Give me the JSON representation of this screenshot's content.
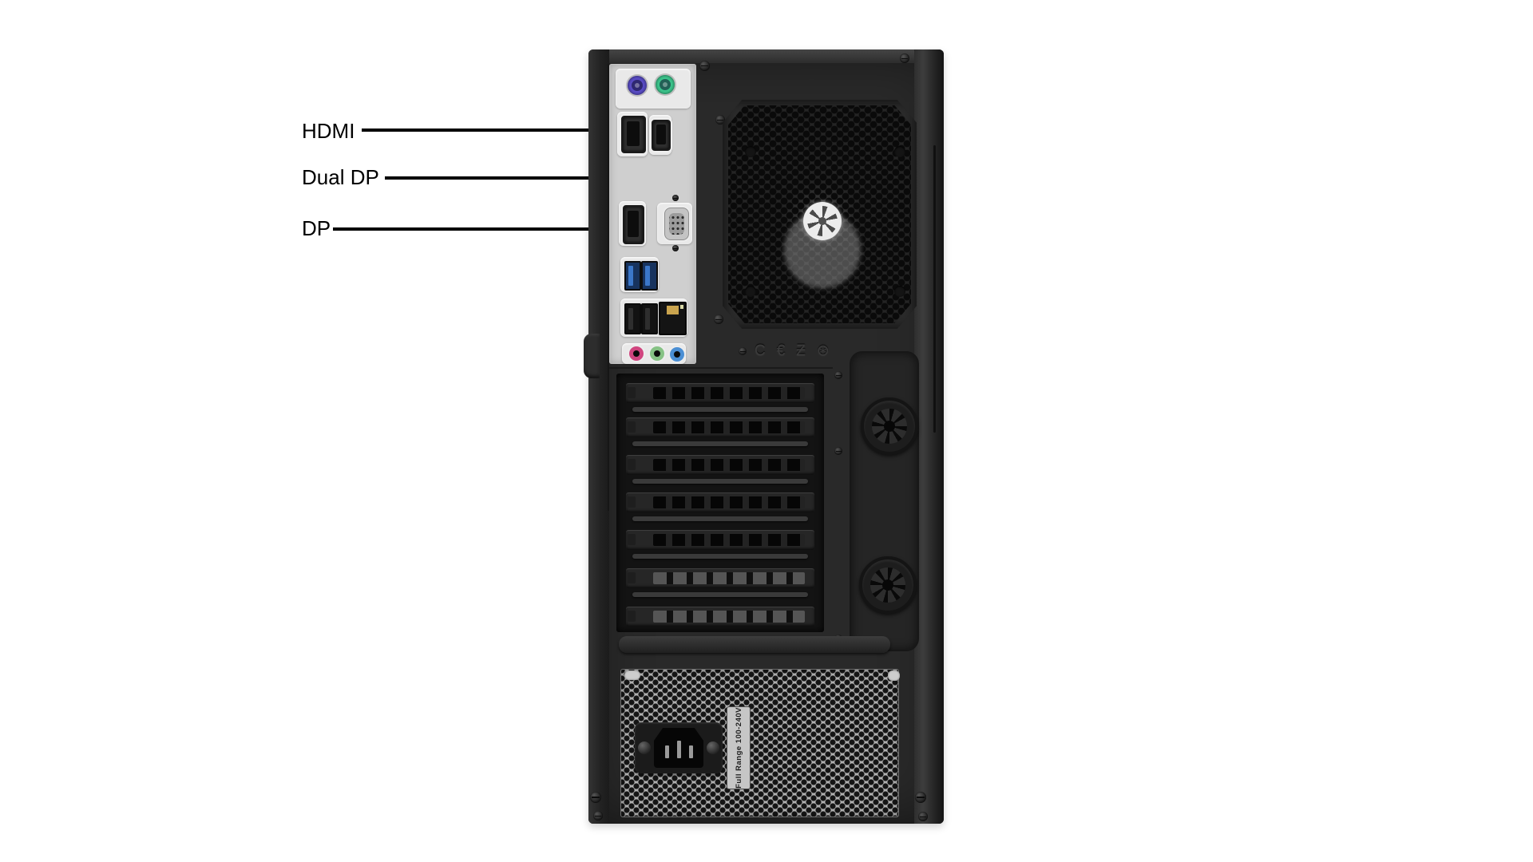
{
  "figure": {
    "type": "annotated-hardware-diagram",
    "subject": "rear view of a desktop tower PC highlighting video output ports"
  },
  "annotations": {
    "labels": [
      {
        "id": "hdmi",
        "text": "HDMI",
        "points_to": "hdmi-port"
      },
      {
        "id": "dual-dp",
        "text": "Dual DP",
        "points_to": "displayport-upper"
      },
      {
        "id": "dp",
        "text": "DP",
        "points_to": "displayport-lower"
      }
    ],
    "line_color": "#000000",
    "text_color": "#000000"
  },
  "tower": {
    "io_panel": {
      "ports": [
        {
          "name": "ps2-keyboard-port",
          "color": "#5b4ec9"
        },
        {
          "name": "ps2-mouse-port",
          "color": "#3ec98f"
        },
        {
          "name": "hdmi-port"
        },
        {
          "name": "displayport-upper"
        },
        {
          "name": "displayport-lower"
        },
        {
          "name": "vga-port"
        },
        {
          "name": "usb3-port-1",
          "color": "#2f6fc1"
        },
        {
          "name": "usb3-port-2",
          "color": "#2f6fc1"
        },
        {
          "name": "usb2-port-1"
        },
        {
          "name": "usb2-port-2"
        },
        {
          "name": "ethernet-port"
        },
        {
          "name": "audio-jack-mic",
          "color": "#d0457f"
        },
        {
          "name": "audio-jack-line-out",
          "color": "#86c285"
        },
        {
          "name": "audio-jack-line-in",
          "color": "#4b8fd4"
        }
      ]
    },
    "expansion_slots": {
      "count": 7
    },
    "thumbscrews": {
      "count": 2
    },
    "certification_marks": [
      "C€",
      "Ƶ",
      "⊛"
    ],
    "psu": {
      "voltage_label": "Full Range 100-240V"
    },
    "colors": {
      "chassis": "#292929",
      "io_panel": "#cfcfcf",
      "psu_plate": "#b0b0b0",
      "background": "#ffffff"
    }
  }
}
